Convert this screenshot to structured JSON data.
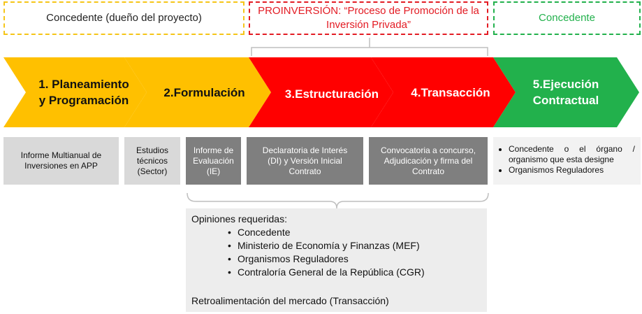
{
  "headers": {
    "left": "Concedente (dueño del proyecto)",
    "center_line1": "PROINVERSIÓN: “Proceso de Promoción de la",
    "center_line2": "Inversión Privada”",
    "right": "Concedente"
  },
  "stages": [
    {
      "line1": "1.  Planeamiento",
      "line2": "y Programación",
      "color": "#FFC000"
    },
    {
      "line1": "2.Formulación",
      "line2": "",
      "color": "#FFC000"
    },
    {
      "line1": "3.Estructuración",
      "line2": "",
      "color": "#FF0000"
    },
    {
      "line1": "4.Transacción",
      "line2": "",
      "color": "#FF0000"
    },
    {
      "line1": "5.Ejecución",
      "line2": "Contractual",
      "color": "#22B14C"
    }
  ],
  "boxes": {
    "informe_multianual": [
      "Informe Multianual de",
      "Inversiones en APP"
    ],
    "estudios_tecnicos": [
      "Estudios",
      "técnicos",
      "(Sector)"
    ],
    "informe_evaluacion": [
      "Informe de",
      "Evaluación",
      "(IE)"
    ],
    "declaratoria": [
      "Declaratoria de Interés",
      "(DI) y Versión Inicial",
      "Contrato"
    ],
    "convocatoria": [
      "Convocatoria a concurso,",
      "Adjudicación y firma del",
      "Contrato"
    ],
    "ejecucion_items": [
      "Concedente o el órgano / organismo que esta designe",
      "Organismos Reguladores"
    ]
  },
  "opinions": {
    "title": "Opiniones requeridas:",
    "items": [
      "Concedente",
      "Ministerio de Economía y Finanzas (MEF)",
      "Organismos Reguladores",
      "Contraloría General de la República (CGR)"
    ],
    "footer": "Retroalimentación del mercado (Transacción)"
  },
  "colors": {
    "yellow": "#FFC000",
    "red": "#FF0000",
    "green": "#22B14C",
    "grey_dark": "#7F7F7F",
    "grey_light": "#D9D9D9"
  }
}
